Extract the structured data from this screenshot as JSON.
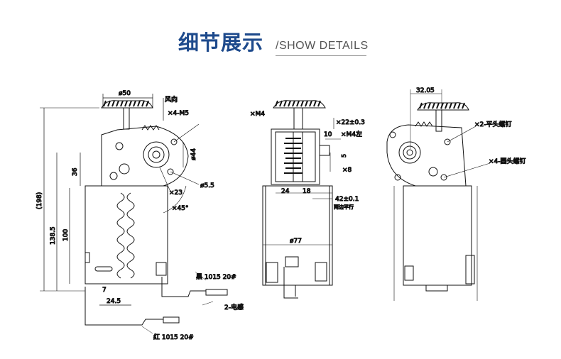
{
  "header": {
    "title_cn": "细节展示",
    "title_en": "/SHOW DETAILS"
  },
  "left_view": {
    "dim_top": "ø50",
    "wind_label": "风向",
    "m5": "×4-M5",
    "d44": "ø44",
    "d55": "ø5.5",
    "d23": "×23",
    "a45": "×45°",
    "d36": "36",
    "d198": "(198)",
    "d1385": "138.5",
    "d100": "100",
    "d7": "7",
    "d245": "24.5",
    "wire_black": "黑  1015 20#",
    "wire_red": "红  1015 20#",
    "sensor": "2-电感"
  },
  "middle_view": {
    "m4": "×M4",
    "d22": "×22±0.3",
    "d10": "10",
    "m4l": "×M4左",
    "d5": "5",
    "d8": "×8",
    "d24": "24",
    "d18": "18",
    "d42": "42±0.1",
    "parallel": "两边平行",
    "d77": "ø77"
  },
  "right_view": {
    "d3205": "32.05",
    "flat_screw": "×2-平头螺钉",
    "round_screw": "×4-圆头螺钉"
  }
}
